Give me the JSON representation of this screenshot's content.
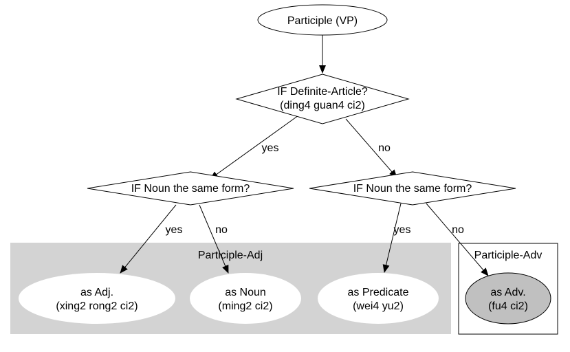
{
  "colors": {
    "background": "#ffffff",
    "stroke": "#000000",
    "cluster_adj_fill": "#d3d3d3",
    "node_fill": "#ffffff",
    "adv_node_fill": "#c0c0c0"
  },
  "nodes": {
    "participle": {
      "label": "Participle (VP)"
    },
    "definite_article": {
      "line1": "IF Definite-Article?",
      "line2": "(ding4 guan4 ci2)"
    },
    "noun_same_left": {
      "label": "IF Noun the same form?"
    },
    "noun_same_right": {
      "label": "IF Noun the same form?"
    },
    "as_adj": {
      "line1": "as Adj.",
      "line2": "(xing2 rong2 ci2)"
    },
    "as_noun": {
      "line1": "as Noun",
      "line2": "(ming2 ci2)"
    },
    "as_predicate": {
      "line1": "as Predicate",
      "line2": "(wei4 yu2)"
    },
    "as_adv": {
      "line1": "as Adv.",
      "line2": "(fu4 ci2)"
    }
  },
  "clusters": {
    "participle_adj": {
      "label": "Participle-Adj"
    },
    "participle_adv": {
      "label": "Participle-Adv"
    }
  },
  "edges": {
    "yes_top": "yes",
    "no_top": "no",
    "yes_left": "yes",
    "no_left": "no",
    "yes_right": "yes",
    "no_right": "no"
  }
}
